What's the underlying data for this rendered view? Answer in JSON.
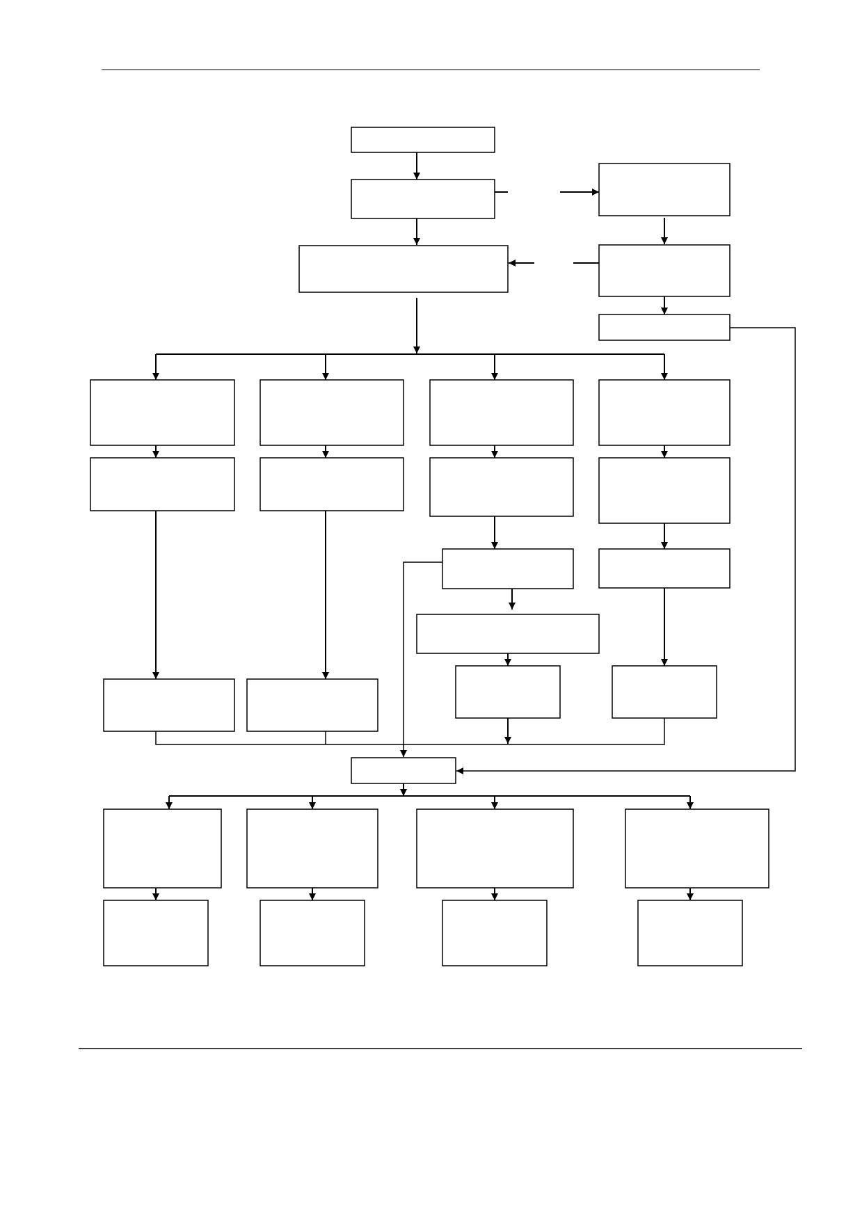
{
  "document": {
    "type": "blank flowchart",
    "text": "",
    "colors": {
      "line": "#000000",
      "background": "#ffffff"
    }
  },
  "flowchart": {
    "boxes": [
      {
        "id": "start",
        "label": ""
      },
      {
        "id": "step-2",
        "label": ""
      },
      {
        "id": "side-a",
        "label": ""
      },
      {
        "id": "main-process",
        "label": ""
      },
      {
        "id": "side-b",
        "label": ""
      },
      {
        "id": "side-c",
        "label": ""
      },
      {
        "id": "branch-1-a",
        "label": ""
      },
      {
        "id": "branch-2-a",
        "label": ""
      },
      {
        "id": "branch-3-a",
        "label": ""
      },
      {
        "id": "branch-4-a",
        "label": ""
      },
      {
        "id": "branch-1-b",
        "label": ""
      },
      {
        "id": "branch-2-b",
        "label": ""
      },
      {
        "id": "branch-3-b",
        "label": ""
      },
      {
        "id": "branch-4-b",
        "label": ""
      },
      {
        "id": "branch-3-c",
        "label": ""
      },
      {
        "id": "branch-4-c",
        "label": ""
      },
      {
        "id": "branch-3-d",
        "label": ""
      },
      {
        "id": "branch-1-end",
        "label": ""
      },
      {
        "id": "branch-2-end",
        "label": ""
      },
      {
        "id": "branch-3-end",
        "label": ""
      },
      {
        "id": "branch-4-end",
        "label": ""
      },
      {
        "id": "merge",
        "label": ""
      },
      {
        "id": "output-1-a",
        "label": ""
      },
      {
        "id": "output-2-a",
        "label": ""
      },
      {
        "id": "output-3-a",
        "label": ""
      },
      {
        "id": "output-4-a",
        "label": ""
      },
      {
        "id": "output-1-b",
        "label": ""
      },
      {
        "id": "output-2-b",
        "label": ""
      },
      {
        "id": "output-3-b",
        "label": ""
      },
      {
        "id": "output-4-b",
        "label": ""
      }
    ],
    "edges": [
      {
        "from": "start",
        "to": "step-2"
      },
      {
        "from": "step-2",
        "to": "side-a"
      },
      {
        "from": "step-2",
        "to": "main-process"
      },
      {
        "from": "side-a",
        "to": "side-b"
      },
      {
        "from": "side-b",
        "to": "main-process"
      },
      {
        "from": "side-b",
        "to": "side-c"
      },
      {
        "from": "side-c",
        "to": "merge"
      },
      {
        "from": "main-process",
        "to": "branch-1-a"
      },
      {
        "from": "main-process",
        "to": "branch-2-a"
      },
      {
        "from": "main-process",
        "to": "branch-3-a"
      },
      {
        "from": "main-process",
        "to": "branch-4-a"
      },
      {
        "from": "branch-1-a",
        "to": "branch-1-b"
      },
      {
        "from": "branch-2-a",
        "to": "branch-2-b"
      },
      {
        "from": "branch-3-a",
        "to": "branch-3-b"
      },
      {
        "from": "branch-4-a",
        "to": "branch-4-b"
      },
      {
        "from": "branch-1-b",
        "to": "branch-1-end"
      },
      {
        "from": "branch-2-b",
        "to": "branch-2-end"
      },
      {
        "from": "branch-3-b",
        "to": "branch-3-c"
      },
      {
        "from": "branch-3-c",
        "to": "branch-3-d"
      },
      {
        "from": "branch-3-c",
        "to": "merge"
      },
      {
        "from": "branch-3-d",
        "to": "branch-3-end"
      },
      {
        "from": "branch-4-b",
        "to": "branch-4-c"
      },
      {
        "from": "branch-4-c",
        "to": "branch-4-end"
      },
      {
        "from": "branch-1-end",
        "to": "merge"
      },
      {
        "from": "branch-2-end",
        "to": "merge"
      },
      {
        "from": "branch-3-end",
        "to": "merge"
      },
      {
        "from": "branch-4-end",
        "to": "merge"
      },
      {
        "from": "merge",
        "to": "output-1-a"
      },
      {
        "from": "merge",
        "to": "output-2-a"
      },
      {
        "from": "merge",
        "to": "output-3-a"
      },
      {
        "from": "merge",
        "to": "output-4-a"
      },
      {
        "from": "output-1-a",
        "to": "output-1-b"
      },
      {
        "from": "output-2-a",
        "to": "output-2-b"
      },
      {
        "from": "output-3-a",
        "to": "output-3-b"
      },
      {
        "from": "output-4-a",
        "to": "output-4-b"
      }
    ]
  }
}
